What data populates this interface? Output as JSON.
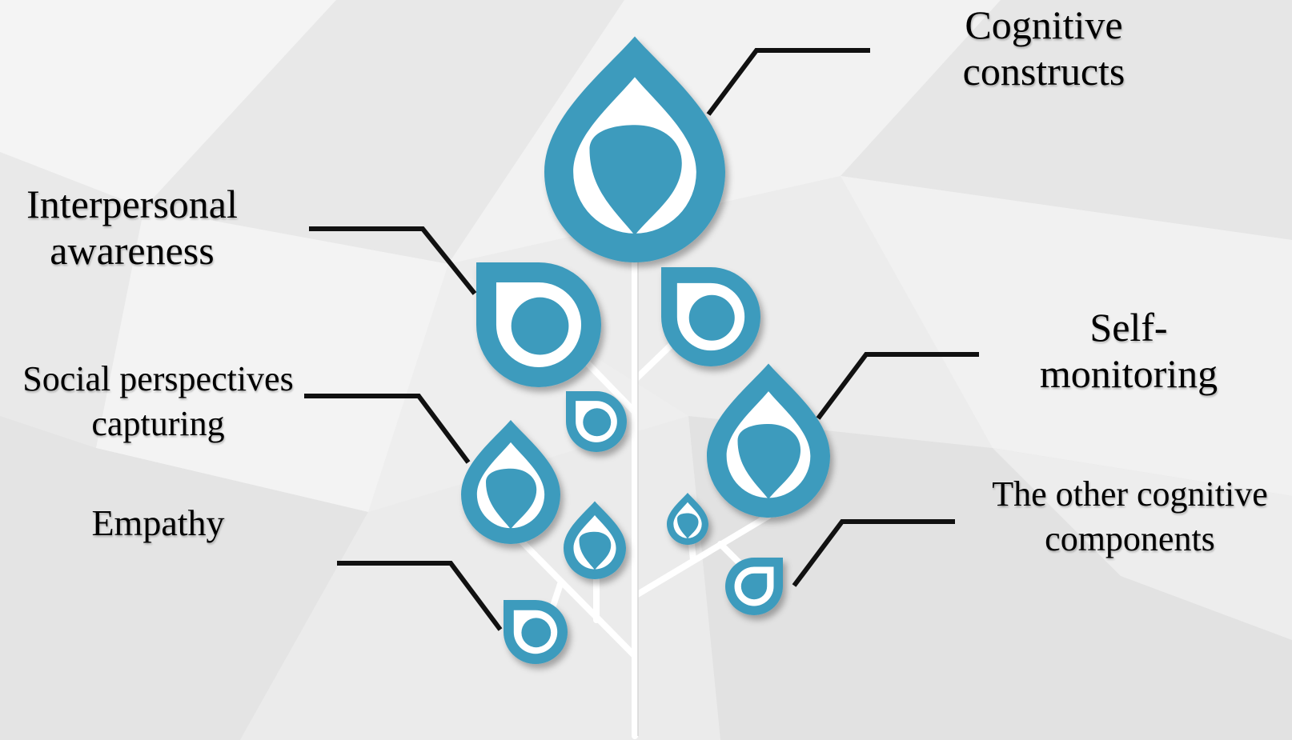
{
  "colors": {
    "accent": "#3e9bbd",
    "inner": "#ffffff",
    "connector": "#111111",
    "stem": "#ffffff"
  },
  "labels": {
    "cognitive": {
      "line1": "Cognitive",
      "line2": "constructs"
    },
    "interpersonal": {
      "line1": "Interpersonal",
      "line2": "awareness"
    },
    "social": {
      "line1": "Social perspectives",
      "line2": "capturing"
    },
    "empathy": {
      "line1": "Empathy"
    },
    "self": {
      "line1": "Self-",
      "line2": "monitoring"
    },
    "other": {
      "line1": "The other cognitive",
      "line2": "components"
    }
  }
}
